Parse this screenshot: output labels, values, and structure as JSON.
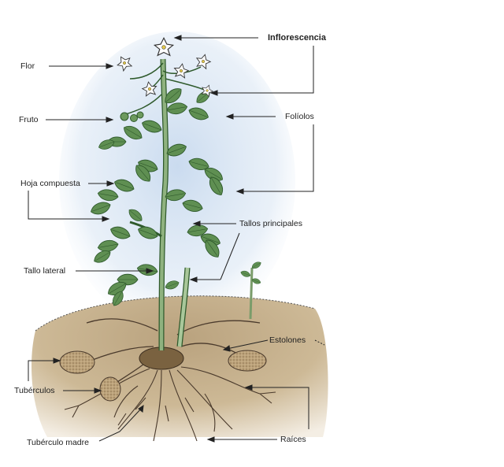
{
  "labels": {
    "inflorescencia": "Inflorescencia",
    "flor": "Flor",
    "fruto": "Fruto",
    "foliolos": "Folíolos",
    "hoja_compuesta": "Hoja compuesta",
    "tallos_principales": "Tallos principales",
    "tallo_lateral": "Tallo lateral",
    "estolones": "Estolones",
    "tuberculos": "Tubérculos",
    "tuberculo_madre": "Tubérculo madre",
    "raices": "Raíces"
  },
  "colors": {
    "leaf": "#5f8f52",
    "leaf_dark": "#2f5a2c",
    "stem": "#8fb27f",
    "soil": "#c8b392",
    "soil_dark": "#a48d6a",
    "sky": "#c7d9ee",
    "root": "#4a3a2c",
    "tuber": "#b89b6b",
    "line": "#222222"
  }
}
